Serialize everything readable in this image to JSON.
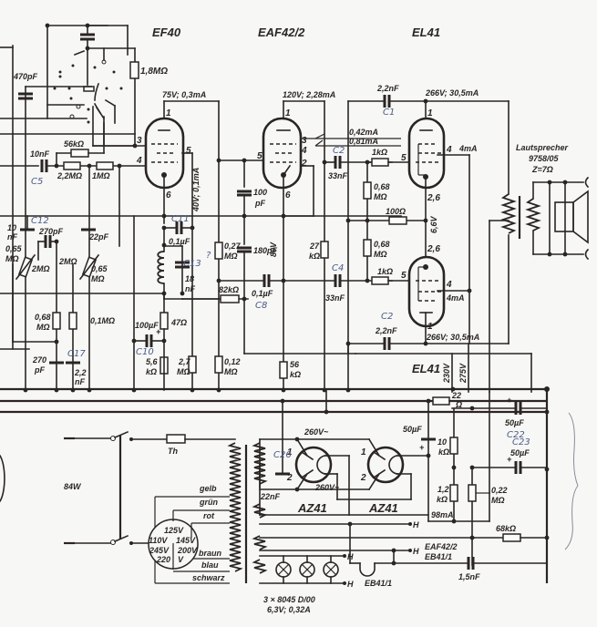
{
  "tubes": {
    "ef40": "EF40",
    "eaf42": "EAF42/2",
    "el41_top": "EL41",
    "el41_bottom": "EL41",
    "az41_a": "AZ41",
    "az41_b": "AZ41",
    "eb41": "EB41/1"
  },
  "operating_points": {
    "ef40_anode": "75V; 0,3mA",
    "ef40_screen": "40V; 0,1mA",
    "eaf42_anode": "120V; 2,28mA",
    "eaf42_cathode": "80V",
    "eaf42_current_a": "0,42mA",
    "eaf42_current_b": "0,81mA",
    "el41_top_anode": "266V; 30,5mA",
    "el41_bottom_anode": "266V; 30,5mA",
    "el41_top_screen": "4mA",
    "el41_bottom_screen": "4mA",
    "el41_cathode": "6,6V",
    "rectifier_ac_a": "260V~",
    "rectifier_ac_b": "260V~",
    "rail_230": "230V",
    "rail_275": "275V",
    "supply_current": "98mA"
  },
  "pins": {
    "ef40": [
      "1",
      "3",
      "4",
      "5",
      "6"
    ],
    "eaf42": [
      "1",
      "3",
      "4",
      "5",
      "2",
      "6"
    ],
    "el41_top": [
      "1",
      "5",
      "4",
      "2,6"
    ],
    "el41_bottom": [
      "2,6",
      "5",
      "4",
      "1"
    ],
    "az41_a": [
      "1",
      "2"
    ],
    "az41_b": [
      "1",
      "2"
    ]
  },
  "components": {
    "c_470pf": "470pF",
    "r_1_8m": "1,8MΩ",
    "r_56k": "56kΩ",
    "c_10nf_in": "10nF",
    "r_2_2m": "2,2MΩ",
    "r_1m": "1MΩ",
    "c_10nf_left": [
      "10",
      "nF"
    ],
    "c_270pf_top": "270pF",
    "c_22pf": "22pF",
    "r_0_65m_left": [
      "0,65",
      "MΩ"
    ],
    "pot_2m_left": "2MΩ",
    "pot_2m_right": "2MΩ",
    "r_0_65m_right": [
      "0,65",
      "MΩ"
    ],
    "r_0_68m_left": [
      "0,68",
      "MΩ"
    ],
    "r_0_1m": "0,1MΩ",
    "c_270pf_bottom": [
      "270",
      "pF"
    ],
    "c_2_2nf_left": [
      "2,2",
      "nF"
    ],
    "c_0_1uf_screen": "0,1µF",
    "c_18nf": [
      "18",
      "nF"
    ],
    "r_47": "47Ω",
    "c_100uf": "100µF",
    "r_5_6k": [
      "5,6",
      "kΩ"
    ],
    "r_2_7m": [
      "2,7",
      "MΩ"
    ],
    "r_0_27m": [
      "0,27",
      "MΩ"
    ],
    "c_100pf": [
      "100",
      "pF"
    ],
    "c_180pf": "180pF",
    "r_82k": "82kΩ",
    "c_0_1uf_coupling": "0,1µF",
    "r_0_12m": [
      "0,12",
      "MΩ"
    ],
    "r_56k_cathode": [
      "56",
      "kΩ"
    ],
    "r_27k": [
      "27",
      "kΩ"
    ],
    "c_33nf_top": "33nF",
    "c_33nf_bottom": "33nF",
    "c_2_2nf_top": "2,2nF",
    "c_2_2nf_bottom": "2,2nF",
    "r_1k_top": "1kΩ",
    "r_1k_bottom": "1kΩ",
    "r_0_68m_top": [
      "0,68",
      "MΩ"
    ],
    "r_0_68m_bottom": [
      "0,68",
      "MΩ"
    ],
    "r_100": "100Ω",
    "r_22": [
      "22",
      "Ω"
    ],
    "c_50uf_a": "50µF",
    "c_50uf_b": "50µF",
    "c_50uf_c": "50µF",
    "r_10k": [
      "10",
      "kΩ"
    ],
    "r_1_2k": [
      "1,2",
      "kΩ"
    ],
    "r_0_22m": [
      "0,22",
      "MΩ"
    ],
    "r_68k": "68kΩ",
    "c_22nf": "22nF",
    "c_1_5nf": "1,5nF",
    "fuse": "Th"
  },
  "speaker": {
    "title": "Lautsprecher",
    "model": "9758/05",
    "impedance": "Z=7Ω"
  },
  "mains": {
    "power": "84W",
    "wire_colors": [
      "gelb",
      "grün",
      "rot",
      "braun",
      "blau",
      "schwarz"
    ],
    "voltage_selector": [
      "125V",
      "110V",
      "145V",
      "245V",
      "200V",
      "220",
      "V"
    ]
  },
  "heater": {
    "taps": [
      "H",
      "H",
      "H",
      "H"
    ],
    "lamp_spec": [
      "3 × 8045 D/00",
      "6,3V; 0,32A"
    ],
    "tube_group": [
      "EAF42/2",
      "EB41/1"
    ]
  },
  "handwritten_marks": [
    "C5",
    "C12",
    "C17",
    "C11",
    "C13",
    "C10",
    "C8",
    "C4",
    "C2",
    "C1",
    "C22",
    "C23",
    "C26",
    "?"
  ]
}
